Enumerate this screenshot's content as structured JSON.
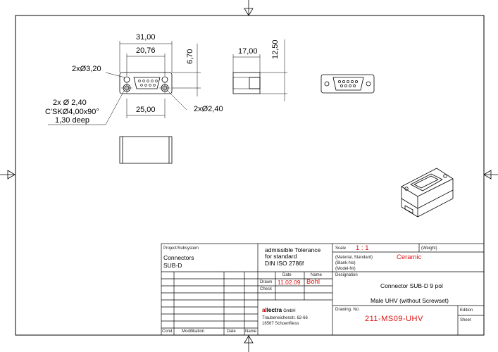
{
  "dimensions": {
    "top_width": "31,00",
    "top_inner_width": "20,76",
    "side_height": "6,70",
    "side_width": "17,00",
    "side_total_height": "12,50",
    "hole_label_left": "2xØ3,20",
    "hole_callout_line1": "2x Ø 2,40",
    "hole_callout_line2": "C'SKØ4,00x90°",
    "hole_callout_line3": "1,30 deep",
    "bottom_width": "25,00",
    "hole_label_right": "2xØ2,40"
  },
  "title_block": {
    "project_label": "Project/Subsystem",
    "project_value_1": "Connectors",
    "project_value_2": "SUB-D",
    "tolerance_1": "admissible Tolerance",
    "tolerance_2": "for standard",
    "tolerance_3": "DIN ISO 2786f",
    "scale_label": "Scale",
    "scale_value": "1 : 1",
    "weight_label": "(Weight)",
    "material_label": "(Material, Standard)",
    "material_value": "Ceramic",
    "blank_label": "(Blank-No)",
    "model_label": "(Model-Nr)",
    "date_header": "Date",
    "name_header": "Name",
    "drawn_label": "Drawn",
    "drawn_date": "11.02.09",
    "drawn_name": "Bohl",
    "check_label": "Check",
    "designation_label": "Designation",
    "designation_1": "Connector SUB-D 9 pol",
    "designation_2": "Male UHV (without Screwset)",
    "company_prefix": "a",
    "company_brand": "llectra",
    "company_suffix": "GmbH",
    "company_street": "Traubeneichenstr. 62-66",
    "company_city": "16567 Schoenfliess",
    "drawing_no_label": "Drawing. No.",
    "drawing_no_value": "211-MS09-UHV",
    "edition_label": "Edition",
    "sheet_label": "Sheet",
    "cond_label": "Cond.",
    "modification_label": "Modifikation",
    "date_label_bottom": "Date",
    "name_label_bottom": "Name"
  }
}
